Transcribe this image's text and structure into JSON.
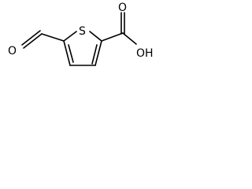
{
  "molecule": {
    "atoms": {
      "sulfur": "S",
      "aldehyde_oxygen": "O",
      "carbonyl_oxygen": "O",
      "hydroxyl": "OH"
    }
  }
}
